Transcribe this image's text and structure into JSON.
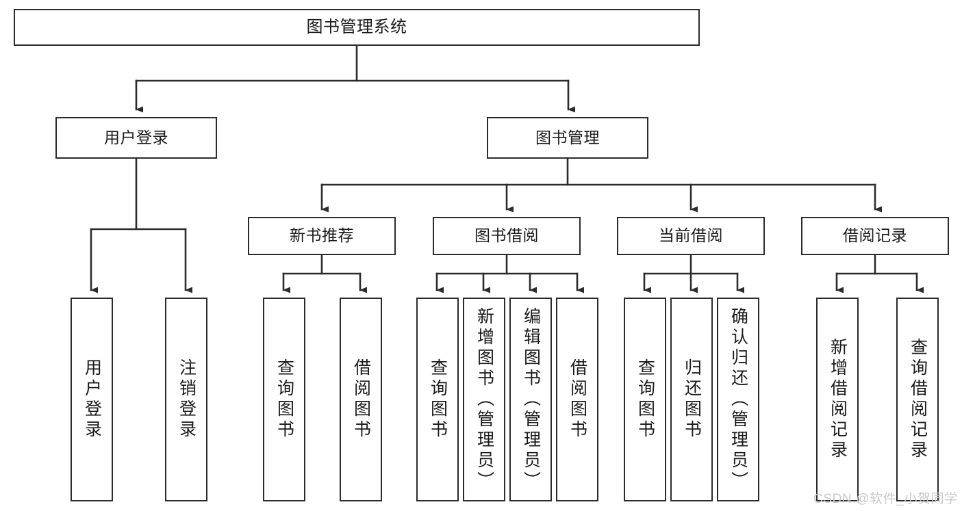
{
  "diagram": {
    "type": "tree-hierarchy",
    "title": "图书管理系统",
    "root": {
      "label": "图书管理系统"
    },
    "level2": [
      {
        "id": "user-login",
        "label": "用户登录"
      },
      {
        "id": "book-manage",
        "label": "图书管理"
      }
    ],
    "level3": [
      {
        "id": "new-book-recommend",
        "label": "新书推荐"
      },
      {
        "id": "book-borrow",
        "label": "图书借阅"
      },
      {
        "id": "current-borrow",
        "label": "当前借阅"
      },
      {
        "id": "borrow-record",
        "label": "借阅记录"
      }
    ],
    "leaves": {
      "user_login": [
        {
          "id": "leaf-user-login",
          "label": "用户登录"
        },
        {
          "id": "leaf-logout-login",
          "label": "注销登录"
        }
      ],
      "new_book_recommend": [
        {
          "id": "leaf-query-book-1",
          "label": "查询图书"
        },
        {
          "id": "leaf-borrow-book-1",
          "label": "借阅图书"
        }
      ],
      "book_borrow": [
        {
          "id": "leaf-query-book-2",
          "label": "查询图书"
        },
        {
          "id": "leaf-add-book",
          "label": "新增图书（管理员）"
        },
        {
          "id": "leaf-edit-book",
          "label": "编辑图书（管理员）"
        },
        {
          "id": "leaf-borrow-book-2",
          "label": "借阅图书"
        }
      ],
      "current_borrow": [
        {
          "id": "leaf-query-book-3",
          "label": "查询图书"
        },
        {
          "id": "leaf-return-book",
          "label": "归还图书"
        },
        {
          "id": "leaf-confirm-return",
          "label": "确认归还（管理员）"
        }
      ],
      "borrow_record": [
        {
          "id": "leaf-add-record",
          "label": "新增借阅记录"
        },
        {
          "id": "leaf-query-record",
          "label": "查询借阅记录"
        }
      ]
    }
  },
  "watermark": {
    "text": "CSDN @软件_小贺同学"
  },
  "colors": {
    "stroke": "#2b2b2b",
    "background": "#ffffff",
    "text": "#1a1a1a",
    "watermark": "#c9c9c9"
  }
}
